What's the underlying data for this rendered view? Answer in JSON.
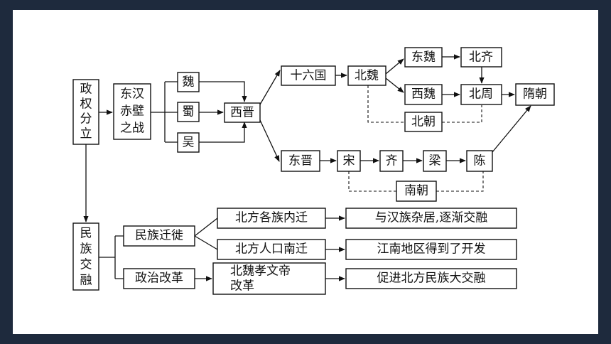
{
  "left": {
    "regime_split": [
      "政",
      "权",
      "分",
      "立"
    ],
    "ethnic_fusion": [
      "民",
      "族",
      "交",
      "融"
    ]
  },
  "nodes": {
    "han_chibi": [
      "东汉",
      "赤壁",
      "之战"
    ],
    "wei": "魏",
    "shu": "蜀",
    "wu": "吴",
    "western_jin": "西晋",
    "sixteen_kingdoms": "十六国",
    "northern_wei": "北魏",
    "eastern_wei": "东魏",
    "northern_qi": "北齐",
    "western_wei": "西魏",
    "northern_zhou": "北周",
    "sui": "隋朝",
    "northern_dynasties": "北朝",
    "eastern_jin": "东晋",
    "song": "宋",
    "qi": "齐",
    "liang": "梁",
    "chen": "陈",
    "southern_dynasties": "南朝"
  },
  "fusion": {
    "migration": "民族迁徙",
    "reform": "政治改革",
    "north_inward": "北方各族内迁",
    "north_south": "北方人口南迁",
    "xiaowen": [
      "北魏孝文帝",
      "改革"
    ],
    "result_mix": "与汉族杂居,逐渐交融",
    "result_jiangnan": "江南地区得到了开发",
    "result_fusion": "促进北方民族大交融"
  },
  "colors": {
    "frame": "#1e2a3d",
    "slide": "#ffffff",
    "ink": "#111111"
  }
}
